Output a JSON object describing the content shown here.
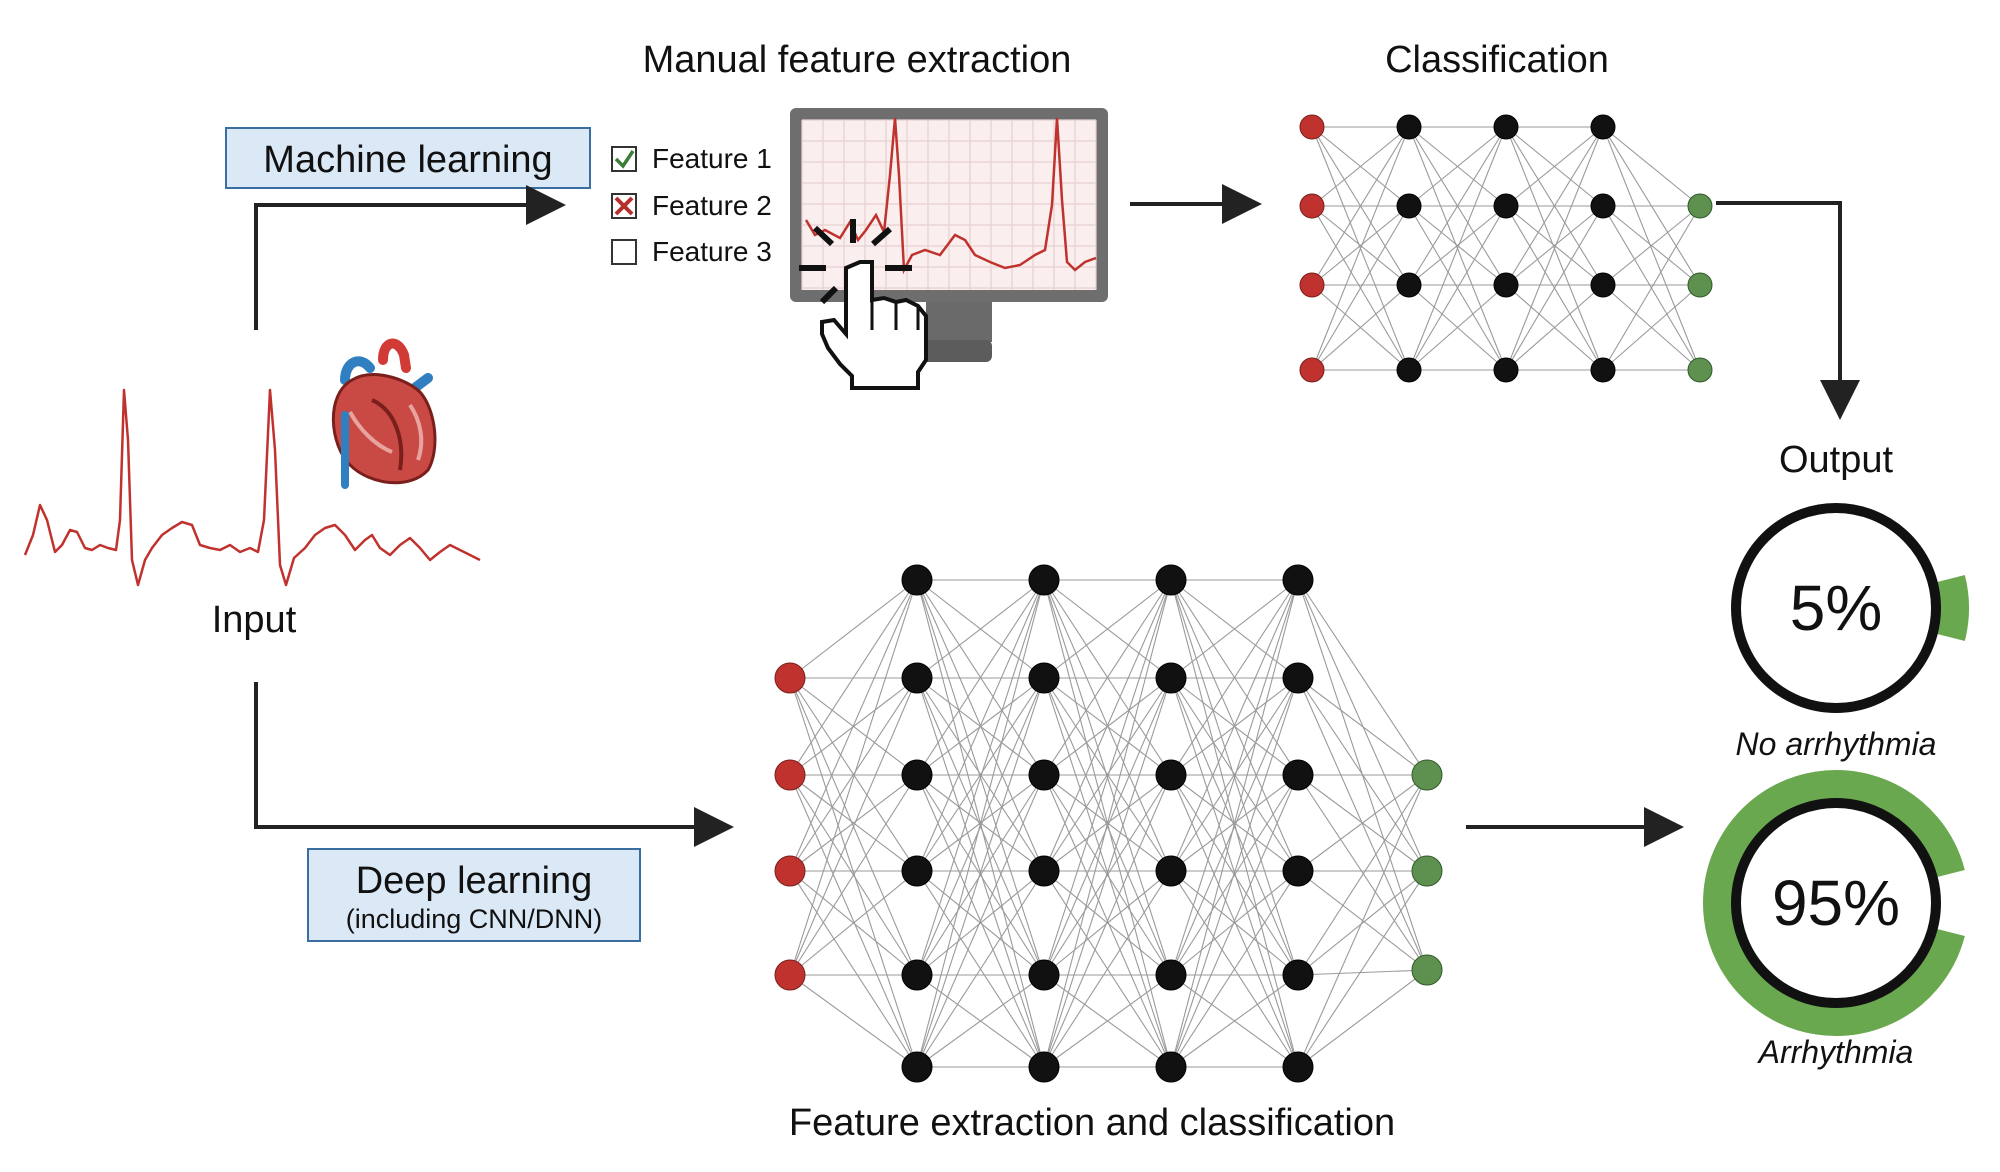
{
  "titles": {
    "manual_feature_extraction": "Manual feature extraction",
    "classification": "Classification",
    "output": "Output",
    "input": "Input",
    "feature_extraction_and_classification": "Feature extraction and classification"
  },
  "ml_box": {
    "label": "Machine learning"
  },
  "dl_box": {
    "label": "Deep learning",
    "sub": "(including CNN/DNN)"
  },
  "features": [
    {
      "label": "Feature 1",
      "state": "checked"
    },
    {
      "label": "Feature 2",
      "state": "crossed"
    },
    {
      "label": "Feature 3",
      "state": "empty"
    }
  ],
  "outputs": [
    {
      "value": "5%",
      "fraction": 0.05,
      "label": "No arrhythmia"
    },
    {
      "value": "95%",
      "fraction": 0.95,
      "label": "Arrhythmia"
    }
  ],
  "ml_network": {
    "layers": [
      4,
      4,
      4,
      4,
      3
    ]
  },
  "dl_network": {
    "layers": [
      4,
      6,
      6,
      6,
      6,
      3
    ]
  },
  "colors": {
    "input_node": "#c0322e",
    "hidden_node": "#111111",
    "output_node": "#5e9150",
    "ring_fill": "#6aa84f",
    "box_fill": "#dbe9f7",
    "box_stroke": "#3b6ea0",
    "ecg": "#c0322e"
  },
  "icons": [
    "heart-icon",
    "monitor-icon",
    "hand-pointer-icon",
    "checkbox-icon"
  ]
}
